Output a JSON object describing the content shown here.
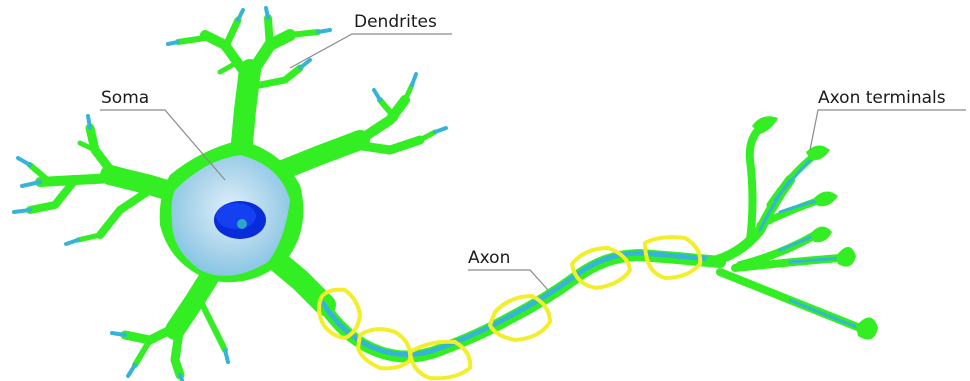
{
  "labels": {
    "dendrites": "Dendrites",
    "soma": "Soma",
    "axon": "Axon",
    "axon_terminals": "Axon terminals"
  },
  "colors": {
    "cell_body": "#33ee22",
    "soma_center": "#b8d8ea",
    "nucleus": "#0a2bd9",
    "nucleolus": "#2ba6c4",
    "axon_core": "#35b4d8",
    "myelin": "#f3ee2a"
  }
}
